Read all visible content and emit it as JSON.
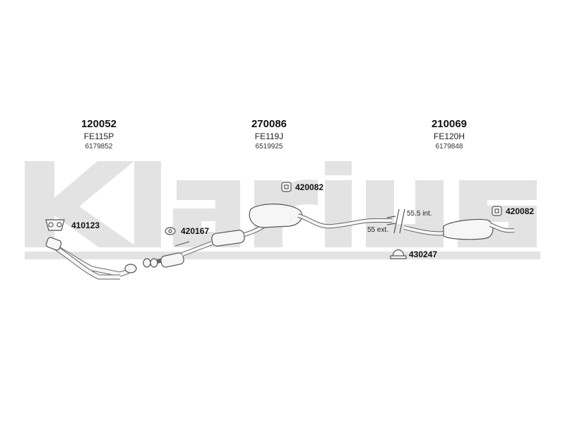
{
  "watermark": {
    "brand": "Klarius"
  },
  "headers": [
    {
      "part_number": "120052",
      "code": "FE115P",
      "oem": "6179852"
    },
    {
      "part_number": "270086",
      "code": "FE119J",
      "oem": "6519925"
    },
    {
      "part_number": "210069",
      "code": "FE120H",
      "oem": "6179848"
    }
  ],
  "fittings": {
    "gasket_left": "410123",
    "rubber_mid": "420167",
    "rubber_top": "420082",
    "rubber_right": "420082",
    "clamp": "430247"
  },
  "pipe_notes": {
    "internal": "55.5 int.",
    "external": "55 ext."
  },
  "colors": {
    "watermark": "#e2e2e2",
    "line": "#555555",
    "fill": "#f4f4f4"
  }
}
